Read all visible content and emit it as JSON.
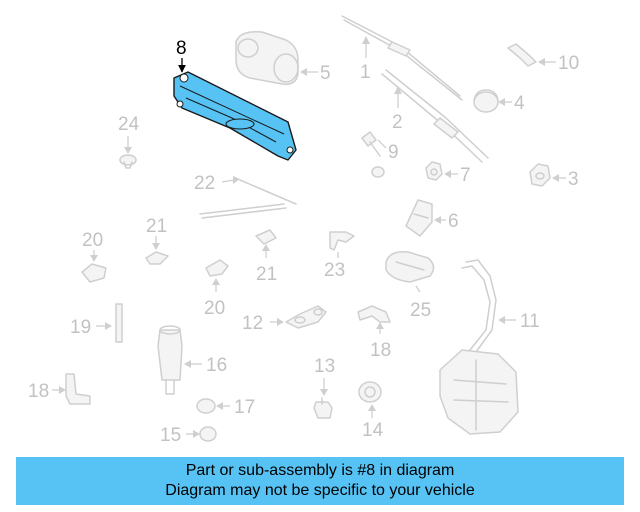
{
  "diagram": {
    "highlighted_part": "8",
    "callouts": [
      "8",
      "5",
      "1",
      "10",
      "4",
      "2",
      "24",
      "9",
      "7",
      "3",
      "22",
      "6",
      "21",
      "20",
      "21",
      "23",
      "20",
      "25",
      "19",
      "12",
      "11",
      "18",
      "16",
      "13",
      "18",
      "17",
      "14",
      "15"
    ],
    "highlight_color": "#56c3f4"
  },
  "banner": {
    "line1": "Part or sub-assembly is #8 in diagram",
    "line2": "Diagram may not be specific to your vehicle",
    "color": "#56c3f4"
  }
}
